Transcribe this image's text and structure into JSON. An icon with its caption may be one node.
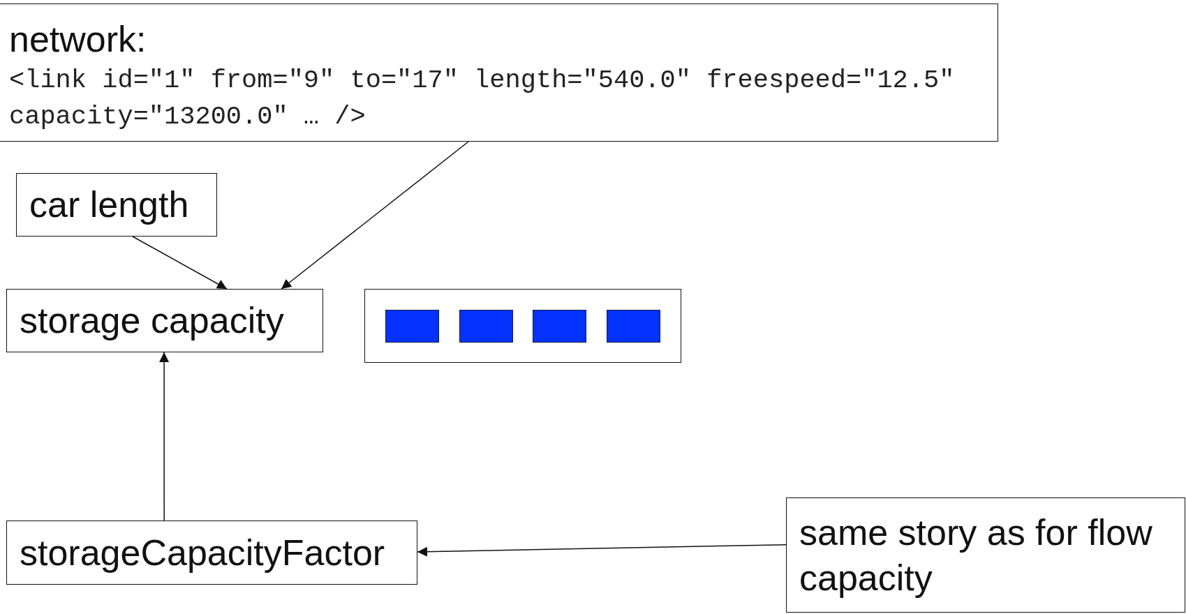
{
  "diagram": {
    "nodes": [
      {
        "text": [
          "network:",
          "<link id=\"1\" from=\"9\" to=\"17\" length=\"540.0\" freespeed=\"12.5\" capacity=\"13200.0\" … />"
        ]
      },
      {
        "text": [
          "car length"
        ]
      },
      {
        "text": [
          "storage capacity"
        ]
      },
      {
        "text": [],
        "shape": "box"
      },
      {
        "text": [],
        "shape": "box",
        "in": 3
      },
      {
        "text": [],
        "shape": "box",
        "in": 3
      },
      {
        "text": [],
        "shape": "box",
        "in": 3
      },
      {
        "text": [],
        "shape": "box",
        "in": 3
      },
      {
        "text": [
          "storageCapacityFactor"
        ]
      },
      {
        "text": [
          "same story as for flow capacity"
        ]
      }
    ],
    "edges": [
      {
        "from": 0,
        "to": 2,
        "arrow": "to"
      },
      {
        "from": 1,
        "to": 2,
        "arrow": "to"
      },
      {
        "from": 8,
        "to": 2,
        "arrow": "to"
      },
      {
        "from": 9,
        "to": 8,
        "arrow": "to"
      }
    ]
  }
}
